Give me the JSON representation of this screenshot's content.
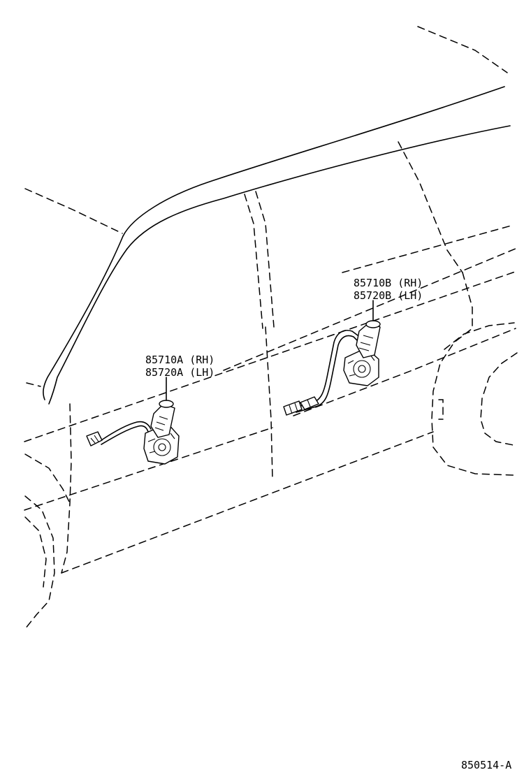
{
  "callouts": {
    "front": {
      "line1": "85710A (RH)",
      "line2": "85720A (LH)"
    },
    "rear": {
      "line1": "85710B (RH)",
      "line2": "85720B (LH)"
    }
  },
  "figure_code": "850514-A",
  "parts": {
    "front_motor": "front-power-window-motor",
    "rear_motor": "rear-power-window-motor"
  }
}
